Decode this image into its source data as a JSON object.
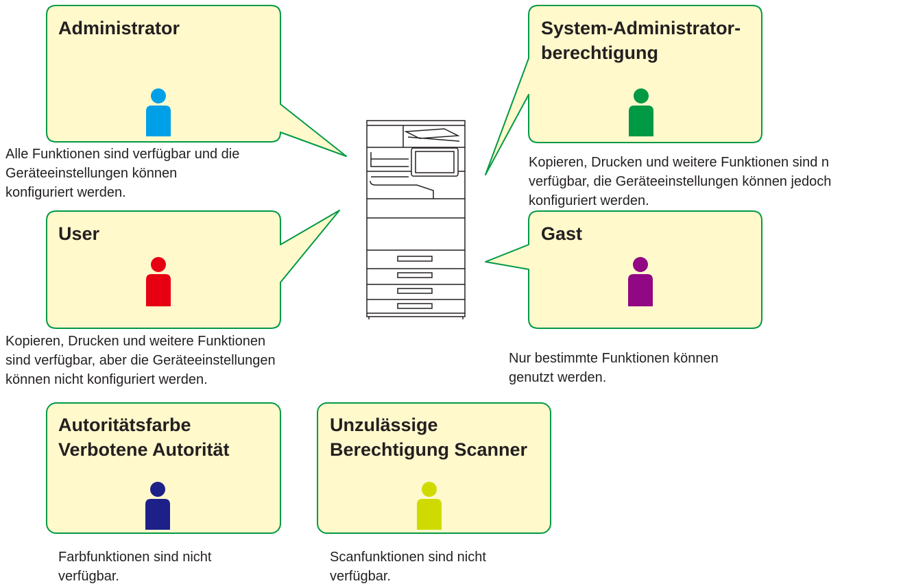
{
  "roles": [
    {
      "id": "administrator",
      "title": "Administrator",
      "description": "Alle Funktionen sind verfügbar und die\nGeräteeinstellungen können\nkonfiguriert werden.",
      "icon": "person-icon",
      "icon_color": "#00a0e9"
    },
    {
      "id": "system-administrator",
      "title": "System-Administrator-\nberechtigung",
      "description": "Kopieren, Drucken und weitere Funktionen sind n\nverfügbar, die Geräteeinstellungen können jedoch\nkonfiguriert werden.",
      "icon": "person-icon",
      "icon_color": "#009944"
    },
    {
      "id": "user",
      "title": "User",
      "description": "Kopieren, Drucken und weitere Funktionen\nsind verfügbar, aber die Geräteeinstellungen\nkönnen nicht konfiguriert werden.",
      "icon": "person-icon",
      "icon_color": "#e60012"
    },
    {
      "id": "gast",
      "title": "Gast",
      "description": "Nur bestimmte Funktionen können\ngenutzt werden.",
      "icon": "person-icon",
      "icon_color": "#920783"
    },
    {
      "id": "autoritaetsfarbe",
      "title": "Autoritätsfarbe\nVerbotene Autorität",
      "description": "Farbfunktionen sind nicht\nverfügbar.",
      "icon": "person-icon",
      "icon_color": "#1d2088"
    },
    {
      "id": "unzulaessige-scanner",
      "title": "Unzulässige\nBerechtigung Scanner",
      "description": "Scanfunktionen sind nicht\nverfügbar.",
      "icon": "person-icon",
      "icon_color": "#cfdb00"
    }
  ],
  "device": {
    "icon": "printer-icon"
  },
  "colors": {
    "box_fill": "#fff9cc",
    "box_border": "#009944",
    "text": "#231f20"
  }
}
